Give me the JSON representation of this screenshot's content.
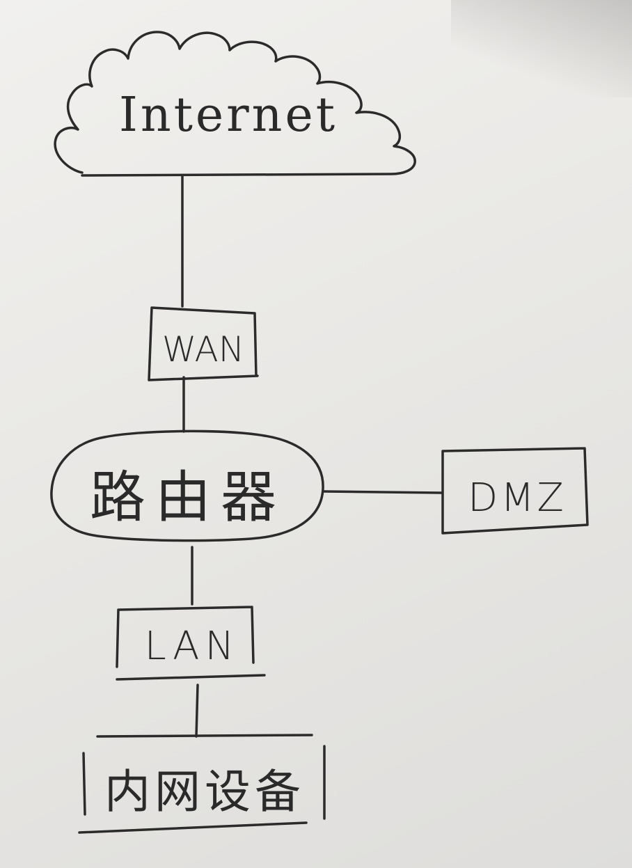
{
  "diagram": {
    "cloud": {
      "label": "Internet"
    },
    "wan": {
      "label": "WAN"
    },
    "router": {
      "label": "路由器"
    },
    "dmz": {
      "label": "DMZ"
    },
    "lan": {
      "label": "LAN"
    },
    "devices": {
      "label": "内网设备"
    }
  }
}
